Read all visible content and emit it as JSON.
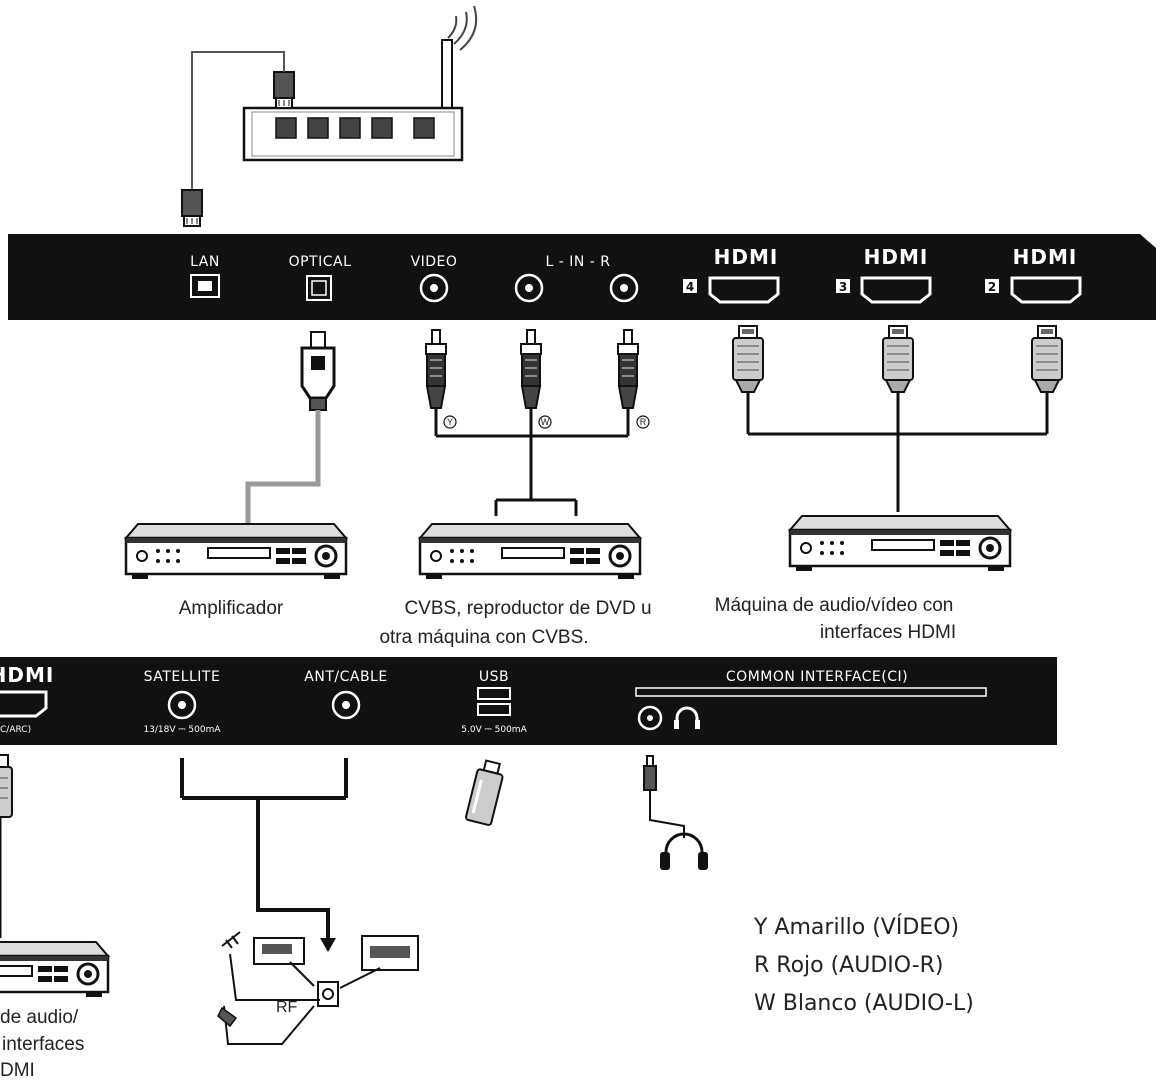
{
  "top_panel": {
    "lan": "LAN",
    "optical": "OPTICAL",
    "video": "VIDEO",
    "audio_in": "L  -  IN  -  R",
    "hdmi_word": "HDMI",
    "hdmi_4": "4",
    "hdmi_3": "3",
    "hdmi_2": "2"
  },
  "bottom_panel": {
    "hdmi_word": "HDMI",
    "hdmi_arc": "C/ARC)",
    "satellite": "SATELLITE",
    "satellite_spec": "13/18V ⎓ 500mA",
    "ant_cable": "ANT/CABLE",
    "usb": "USB",
    "usb_spec": "5.0V ⎓ 500mA",
    "common_interface": "COMMON INTERFACE(CI)"
  },
  "devices": {
    "amplifier": "Amplificador",
    "cvbs_line1": "CVBS, reproductor de DVD u",
    "cvbs_line2": "otra máquina con CVBS.",
    "hdmi_av_line1": "Máquina de audio/vídeo con",
    "hdmi_av_line2": "interfaces HDMI",
    "left_av_line1": "de audio/",
    "left_av_line2": "interfaces",
    "left_av_line3": "DMI"
  },
  "plug_marks": {
    "y": "Y",
    "w": "W",
    "r": "R"
  },
  "antenna": {
    "rf": "RF"
  },
  "legend": {
    "y": "Y Amarillo (VÍDEO)",
    "r": "R Rojo (AUDIO-R)",
    "w": "W Blanco (AUDIO-L)"
  }
}
